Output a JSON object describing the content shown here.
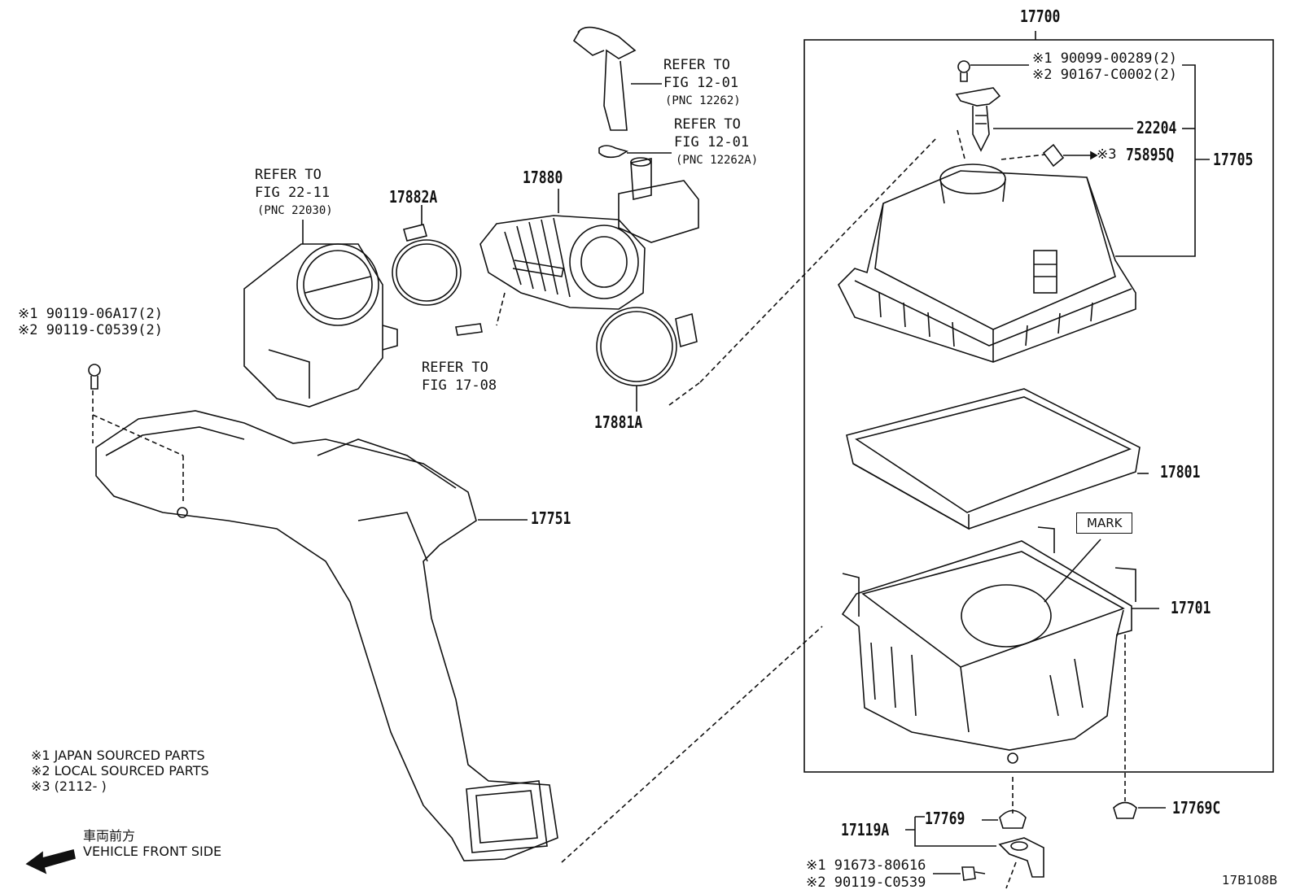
{
  "diagram": {
    "box_part": "17700",
    "parts": {
      "p17705": "17705",
      "p22204": "22204",
      "p75895q": "75895Q",
      "p17880": "17880",
      "p17882a": "17882A",
      "p17881a": "17881A",
      "p17751": "17751",
      "p17801": "17801",
      "p17701": "17701",
      "p17769": "17769",
      "p17769c": "17769C",
      "p17119a": "17119A"
    },
    "top_bolt": {
      "j": "※1 90099-00289(2)",
      "l": "※2 90167-C0002(2)"
    },
    "left_bolt": {
      "j": "※1 90119-06A17(2)",
      "l": "※2 90119-C0539(2)"
    },
    "bottom_bolt": {
      "j": "※1 91673-80616",
      "l": "※2 90119-C0539"
    },
    "note_3": "※3",
    "refs": {
      "hose_a": {
        "line1": "REFER TO",
        "line2": "FIG 12-01",
        "line3": "(PNC 12262)"
      },
      "hose_b": {
        "line1": "REFER TO",
        "line2": "FIG 12-01",
        "line3": "(PNC 12262A)"
      },
      "throttle": {
        "line1": "REFER TO",
        "line2": "FIG 22-11",
        "line3": "(PNC 22030)"
      },
      "pipe": {
        "line1": "REFER TO",
        "line2": "FIG 17-08"
      }
    },
    "mark_label": "MARK",
    "legend": {
      "j": "※1  JAPAN SOURCED PARTS",
      "l": "※2  LOCAL SOURCED PARTS",
      "s": "※3 (2112-      )"
    },
    "front": {
      "jp": "車両前方",
      "en": "VEHICLE FRONT SIDE"
    },
    "figure_code": "17B108B"
  }
}
